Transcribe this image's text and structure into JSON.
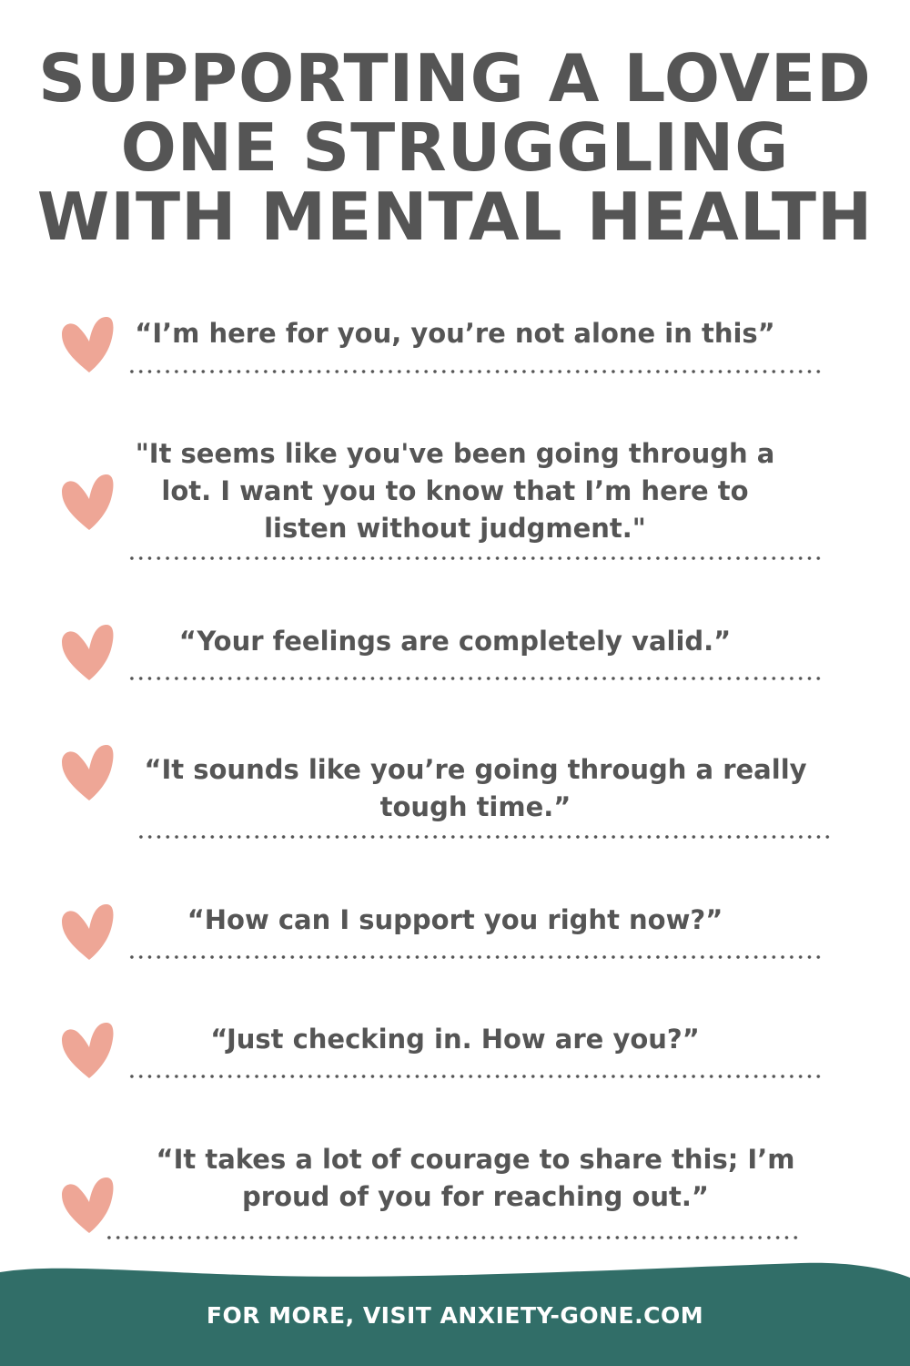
{
  "title": {
    "lines": [
      "SUPPORTING A LOVED",
      "ONE STRUGGLING",
      "WITH MENTAL HEALTH"
    ]
  },
  "icons": {
    "bullet": "heart-icon"
  },
  "colors": {
    "title": "#555555",
    "text": "#555555",
    "heart": "#eea696",
    "footer_bg": "#316e68",
    "footer_text": "#ffffff"
  },
  "items": [
    {
      "lines": [
        "“I’m here for you, you’re not alone in this”"
      ]
    },
    {
      "lines": [
        "\"It seems like you've been going through a",
        "lot. I want you to know that I’m here to",
        "listen without judgment.\""
      ]
    },
    {
      "lines": [
        "“Your feelings are completely valid.”"
      ]
    },
    {
      "lines": [
        "“It sounds like you’re going through a really",
        "tough time.”"
      ]
    },
    {
      "lines": [
        "“How can I support you right now?”"
      ]
    },
    {
      "lines": [
        "“Just checking in. How are you?”"
      ]
    },
    {
      "lines": [
        "“It takes a lot of courage to share this; I’m",
        "proud of you for reaching out.”"
      ]
    }
  ],
  "footer": {
    "text": "FOR MORE, VISIT ANXIETY-GONE.COM"
  }
}
